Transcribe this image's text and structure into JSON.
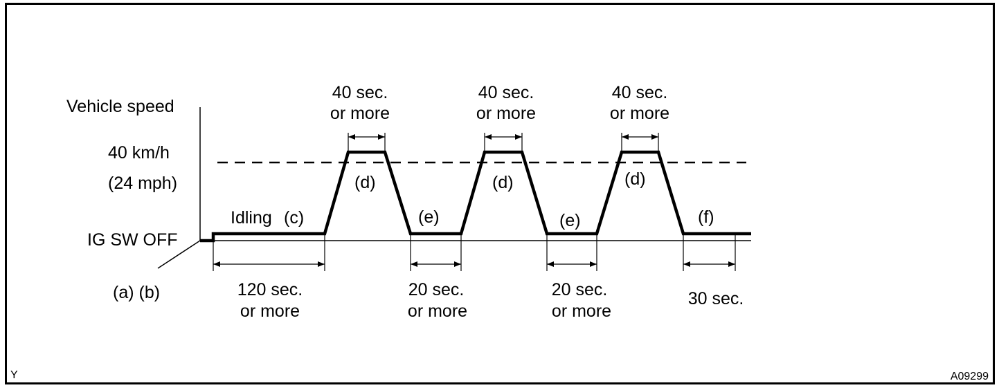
{
  "y_axis": {
    "title": "Vehicle speed",
    "speed_line1": "40 km/h",
    "speed_line2": "(24 mph)",
    "baseline": "IG SW OFF"
  },
  "steps": {
    "start": "(a) (b)",
    "idling": "Idling",
    "idling_tag": "(c)",
    "d": "(d)",
    "e": "(e)",
    "f": "(f)"
  },
  "durations": {
    "d_line1": "40 sec.",
    "d_line2": "or more",
    "c_line1": "120 sec.",
    "c_line2": "or more",
    "e_line1": "20 sec.",
    "e_line2": "or more",
    "f": "30 sec."
  },
  "footer": {
    "corner_mark": "Y",
    "figure_code": "A09299"
  }
}
